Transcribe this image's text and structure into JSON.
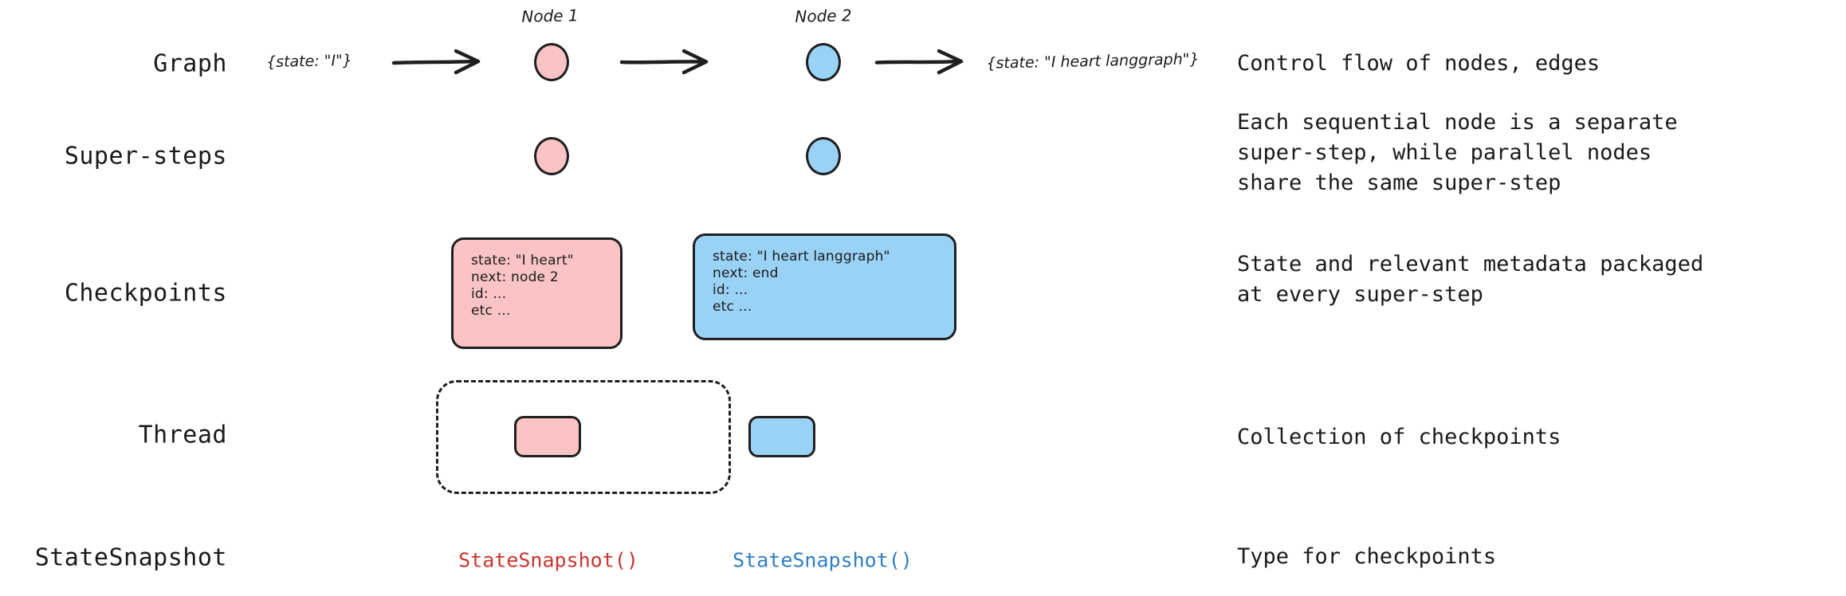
{
  "diagram": {
    "title_implicit": "LangGraph checkpoint concepts",
    "colors": {
      "pink_fill": "#fbc4c4",
      "blue_fill": "#9ad2f6",
      "stroke": "#1f1f1f",
      "snapshot_red": "#c9342f",
      "snapshot_blue": "#2e7fc4",
      "text": "#1a1a1a",
      "background": "#ffffff"
    },
    "rows": [
      {
        "id": "graph",
        "label": "Graph",
        "description": "Control flow of nodes, edges"
      },
      {
        "id": "super-steps",
        "label": "Super-steps",
        "description": "Each sequential node is a separate\nsuper-step, while parallel nodes\nshare the same super-step"
      },
      {
        "id": "checkpoints",
        "label": "Checkpoints",
        "description": "State and relevant metadata packaged\nat every super-step"
      },
      {
        "id": "thread",
        "label": "Thread",
        "description": "Collection of checkpoints"
      },
      {
        "id": "statesnapshot",
        "label": "StateSnapshot",
        "description": "Type for checkpoints"
      }
    ],
    "graph_row": {
      "node_labels": [
        "Node 1",
        "Node 2"
      ],
      "state_in": "{state: \"I\"}",
      "state_out": "{state: \"I heart langgraph\"}"
    },
    "checkpoints_row": {
      "pink": {
        "lines": [
          "state: \"I heart\"",
          "next: node 2",
          "id: ...",
          "etc ..."
        ]
      },
      "blue": {
        "lines": [
          "state: \"I heart langgraph\"",
          "next: end",
          "id: ...",
          "etc ..."
        ]
      }
    },
    "statesnapshot_row": {
      "pink_label": "StateSnapshot()",
      "blue_label": "StateSnapshot()"
    }
  }
}
